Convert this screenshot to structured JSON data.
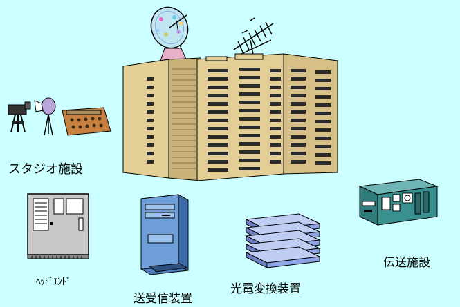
{
  "labels": {
    "studio": "スタジオ施設",
    "headend": "ﾍｯﾄﾞｴﾝﾄﾞ",
    "transceiver": "送受信装置",
    "optical_converter": "光電変換装置",
    "transmission": "伝送施設"
  },
  "colors": {
    "background": "#ccffff",
    "building": "#e3cf96",
    "building_shade": "#b8a06a",
    "window": "#2a2a2a",
    "server_blue": "#6f9fd8",
    "switch_blue": "#8fa6e6",
    "pc_teal": "#3a8f8f",
    "headend_gray": "#c8c8c8"
  },
  "icons": {
    "satellite_dish": "satellite-dish-icon",
    "antenna": "antenna-icon",
    "building": "building-icon",
    "studio_camera": "video-camera-icon",
    "studio_light": "spotlight-icon",
    "studio_mixer": "mixing-console-icon",
    "headend": "headend-rack-icon",
    "server": "server-tower-icon",
    "optical_switch": "network-switch-stack-icon",
    "desktop_pc": "desktop-computer-icon"
  }
}
